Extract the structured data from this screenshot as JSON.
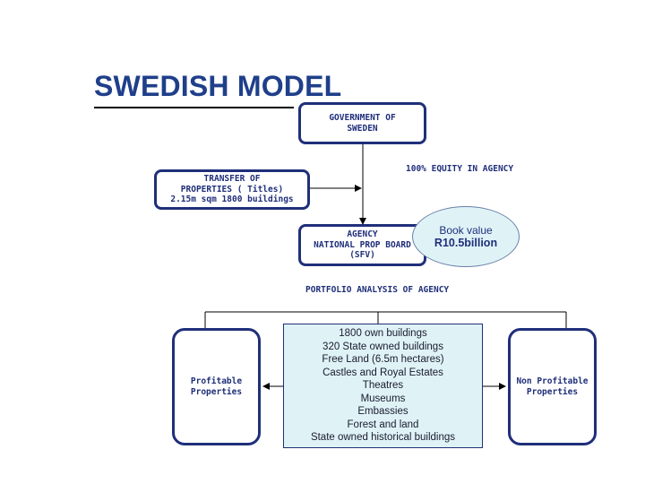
{
  "slide": {
    "title": "SWEDISH MODEL"
  },
  "government": {
    "lines": [
      "GOVERNMENT OF",
      "SWEDEN"
    ]
  },
  "equity_label": "100% EQUITY IN AGENCY",
  "transfer": {
    "lines": [
      "TRANSFER OF",
      "PROPERTIES ( Titles)",
      "2.15m sqm 1800 buildings"
    ]
  },
  "agency": {
    "lines": [
      "AGENCY",
      "NATIONAL PROP BOARD",
      "(SFV)"
    ]
  },
  "book_value": {
    "label": "Book value",
    "value": "R10.5billion"
  },
  "portfolio_label": "PORTFOLIO ANALYSIS OF AGENCY",
  "profitable": {
    "lines": [
      "Profitable",
      "Properties"
    ]
  },
  "non_profitable": {
    "lines": [
      "Non Profitable",
      "Properties"
    ]
  },
  "portfolio_items": [
    "1800 own buildings",
    "320 State owned buildings",
    "Free Land (6.5m hectares)",
    "Castles and Royal Estates",
    "Theatres",
    "Museums",
    "Embassies",
    "Forest and land",
    "State owned historical buildings"
  ],
  "colors": {
    "title": "#1f3f8a",
    "box_border": "#1f2f7a",
    "fill": "#dff3f7"
  }
}
